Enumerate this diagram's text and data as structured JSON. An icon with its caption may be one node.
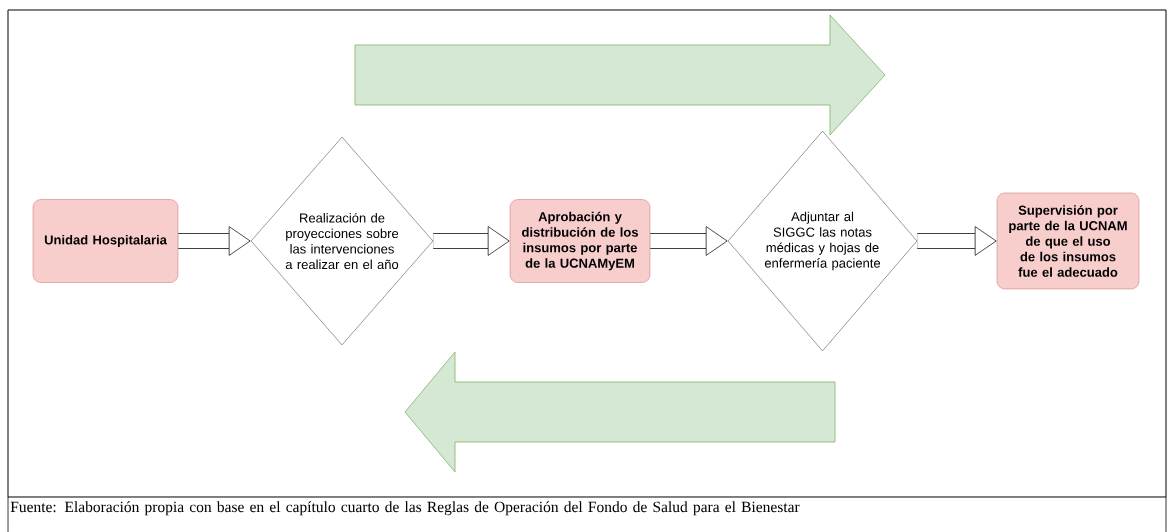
{
  "diagram": {
    "caption": "Fuente: Elaboración propia con base en el capítulo cuarto de las Reglas de Operación del Fondo de Salud para el Bienestar",
    "nodes": [
      {
        "text": [
          "Unidad Hospitalaria"
        ]
      },
      {
        "text": [
          "Realización de proyecciones sobre las intervenciones a realizar en el año"
        ]
      },
      {
        "text": [
          "Aprobación y distribución de los insumos por parte de la UCNAMyEM"
        ]
      },
      {
        "text": [
          "Adjuntar al SIGGC las notas médicas y hojas de enfermería paciente"
        ]
      },
      {
        "text": [
          "Supervisión por parte de la UCNAM de que el uso de los insumos fue el adecuado"
        ]
      }
    ],
    "edges": [
      {
        "from": 0,
        "to": 1,
        "arrow": "to"
      },
      {
        "from": 1,
        "to": 2,
        "arrow": "to"
      },
      {
        "from": 2,
        "to": 3,
        "arrow": "to"
      },
      {
        "from": 3,
        "to": 4,
        "arrow": "to"
      }
    ]
  }
}
